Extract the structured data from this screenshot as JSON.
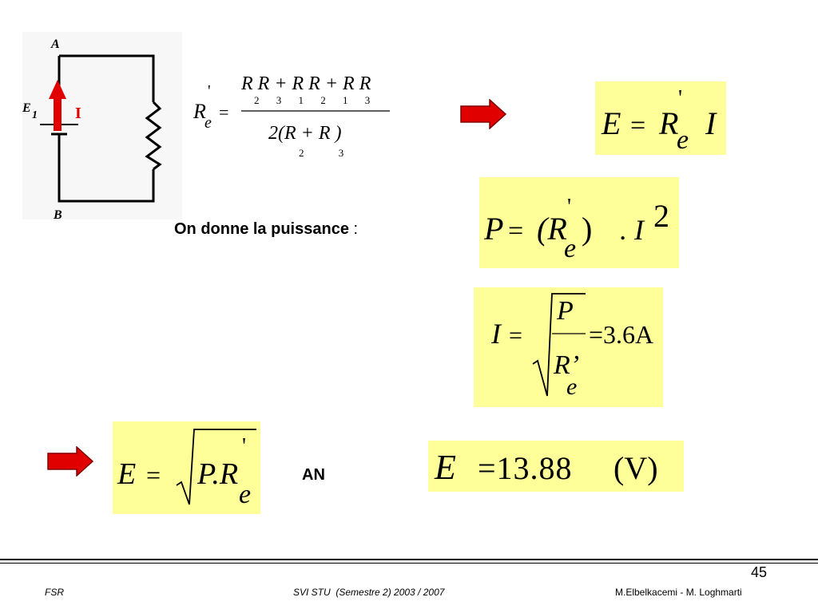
{
  "circuit": {
    "node_top": "A",
    "node_bottom": "B",
    "source_label": "E",
    "source_subscript": "1",
    "current_label": "I",
    "colors": {
      "current": "#e00000"
    }
  },
  "formula_re": {
    "lhs": "R",
    "lhs_prime": "'",
    "lhs_sub": "e",
    "equals": "=",
    "numerator": "R R + R R + R R",
    "num_subscripts": "2 3 1 2 1 3",
    "denominator": "2(R + R )",
    "den_subscripts": "2 3"
  },
  "formula_e1": {
    "text": "E = R' I",
    "lhs": "E",
    "equals": "=",
    "r": "R",
    "prime": "'",
    "sub": "e",
    "i": "I"
  },
  "power_label": {
    "text": "On donne la puissance",
    "colon": ":"
  },
  "formula_p": {
    "lhs": "P",
    "equals": "=",
    "open": "(R",
    "prime": "'",
    "sub": "e",
    "close": ")",
    "dot": ". I",
    "exp": "2"
  },
  "formula_i": {
    "lhs": "I",
    "equals": "=",
    "num": "P",
    "den": "R’",
    "den_sub": "e",
    "result": "=3.6A"
  },
  "formula_e2": {
    "lhs": "E",
    "equals": "=",
    "inner": "P.R",
    "prime": "'",
    "sub": "e"
  },
  "an_label": "AN",
  "result": {
    "lhs": "E",
    "equals": "=13.88",
    "unit": "(V)"
  },
  "slide_number": "45",
  "footer": {
    "left": "FSR",
    "center": "SVI STU  (Semestre 2) 2003 / 2007",
    "right": "M.Elbelkacemi - M. Loghmarti"
  },
  "colors": {
    "formula_bg": "#ffff99",
    "arrow": "#e00000"
  }
}
